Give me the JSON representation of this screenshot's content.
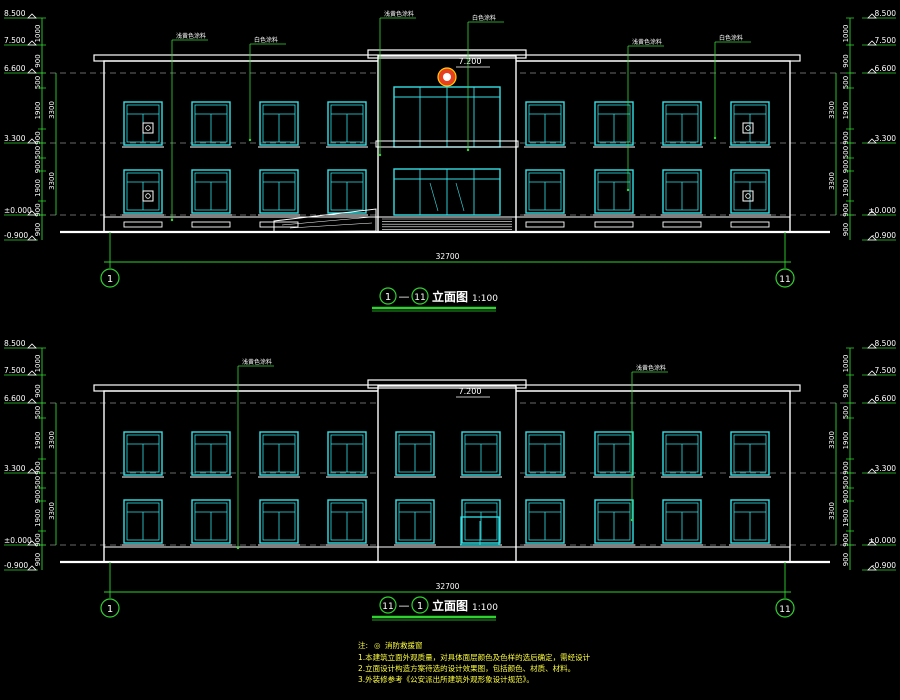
{
  "colors": {
    "background": "#000000",
    "outline": "#ffffff",
    "window": "#33e0e6",
    "dimension": "#2fd12f",
    "leader": "#37d637",
    "note_text": "#ffff40",
    "title_text": "#ffffff",
    "emblem": "#e64020"
  },
  "front_view": {
    "title_grid_from": "1",
    "title_dash": "—",
    "title_grid_to": "11",
    "title_text": "立面图",
    "title_scale": "1:100",
    "total_dim": "32700",
    "top_level": "7.200",
    "grid_left": "1",
    "grid_right": "11",
    "left_levels": [
      "8.500",
      "7.500",
      "6.600",
      "3.300",
      "±0.000",
      "-0.900"
    ],
    "right_levels": [
      "8.500",
      "7.500",
      "6.600",
      "3.300",
      "±0.000",
      "-0.900"
    ],
    "vertical_dims": [
      "1000",
      "900",
      "500",
      "1900",
      "900",
      "500",
      "900",
      "1900",
      "900",
      "900"
    ],
    "side_dims": [
      "3300",
      "3300"
    ],
    "material_callouts": [
      "浅黄色涂料",
      "白色涂料",
      "浅黄色涂料",
      "白色涂料",
      "浅黄色涂料",
      "白色涂料"
    ]
  },
  "rear_view": {
    "title_grid_from": "11",
    "title_dash": "—",
    "title_grid_to": "1",
    "title_text": "立面图",
    "title_scale": "1:100",
    "total_dim": "32700",
    "top_level": "7.200",
    "grid_left": "1",
    "grid_right": "11",
    "left_levels": [
      "8.500",
      "7.500",
      "6.600",
      "3.300",
      "±0.000",
      "-0.900"
    ],
    "right_levels": [
      "8.500",
      "7.500",
      "6.600",
      "3.300",
      "±0.000",
      "-0.900"
    ],
    "vertical_dims": [
      "1000",
      "900",
      "500",
      "1900",
      "900",
      "500",
      "900",
      "1900",
      "900",
      "900"
    ],
    "side_dims": [
      "3300",
      "3300"
    ],
    "material_callouts": [
      "浅黄色涂料",
      "浅黄色涂料"
    ]
  },
  "notes": {
    "heading_prefix": "注:",
    "heading_mark": "◎",
    "heading": "消防救援窗",
    "lines": [
      "1.本建筑立面外观质量，对具体面层颜色及色样的选后确定，需经设计",
      "2.立面设计构造方案待选的设计效果图，包括颜色、材质、材料。",
      "3.外装修参考《公安派出所建筑外观形象设计规范》。"
    ]
  }
}
